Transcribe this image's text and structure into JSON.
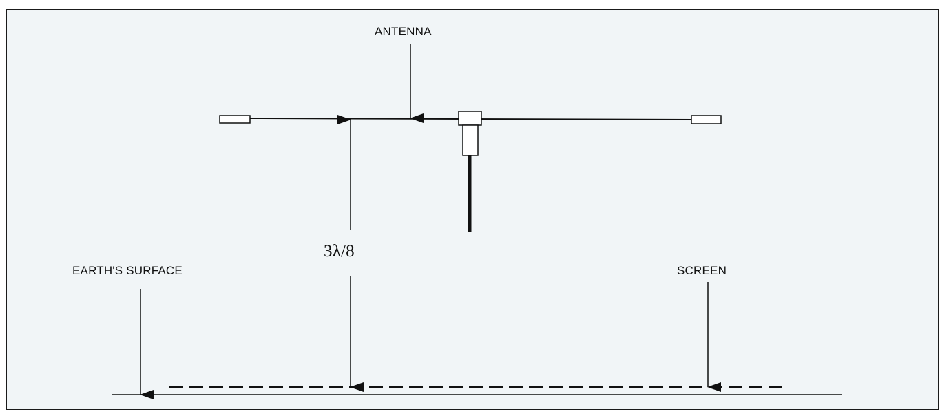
{
  "labels": {
    "antenna": "ANTENNA",
    "earth_surface": "EARTH'S SURFACE",
    "screen": "SCREEN",
    "height": "3λ/8"
  },
  "colors": {
    "background": "#f1f5f7",
    "stroke": "#111111",
    "page": "#ffffff"
  }
}
